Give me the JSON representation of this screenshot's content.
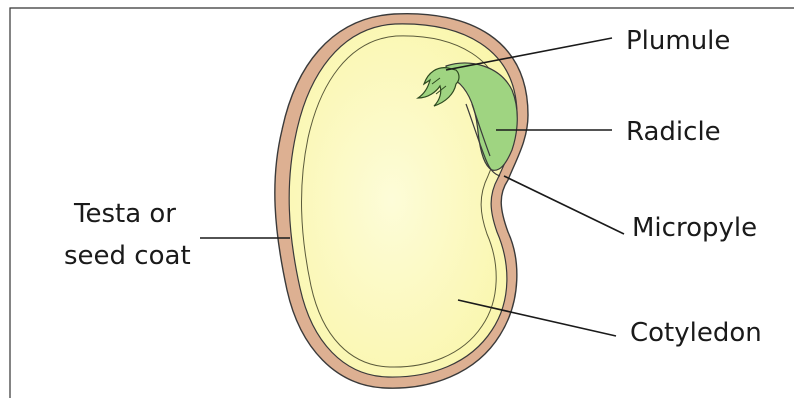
{
  "labels": {
    "plumule": "Plumule",
    "radicle": "Radicle",
    "micropyle": "Micropyle",
    "cotyledon": "Cotyledon",
    "testa_line1": "Testa or",
    "testa_line2": "seed coat"
  },
  "colors": {
    "testa": "#ddb092",
    "cotyledon": "#faf6ac",
    "cotyledon_highlight": "#fdfcd8",
    "embryo": "#9fd481",
    "outline": "#3a3a3a"
  }
}
